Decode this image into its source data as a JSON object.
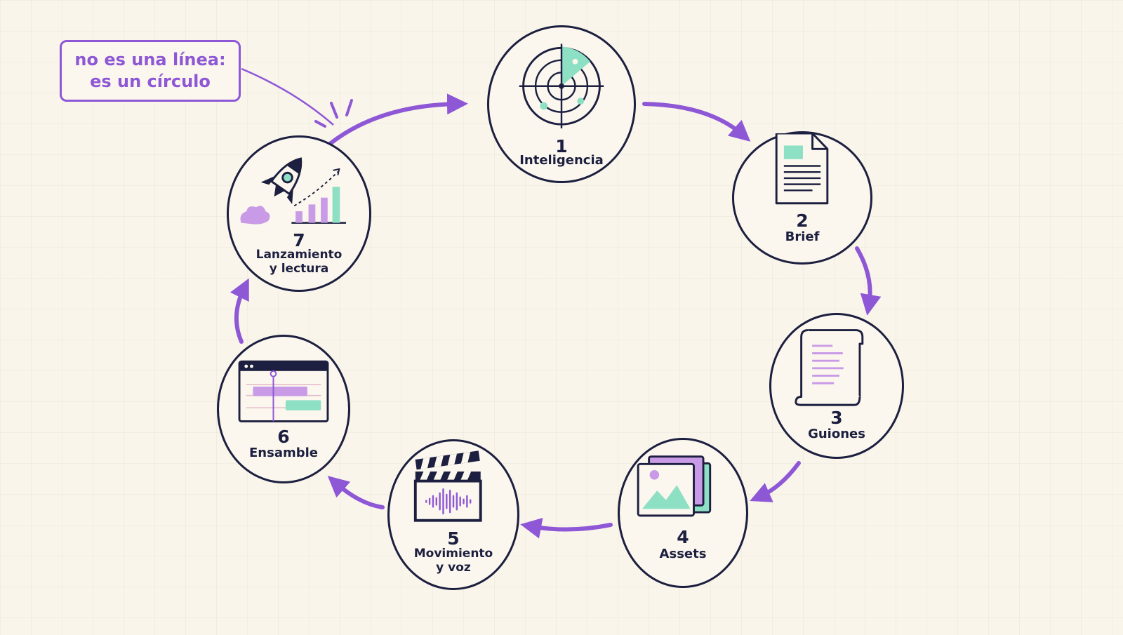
{
  "callout": {
    "line1": "no es una línea:",
    "line2": "es un círculo"
  },
  "steps": [
    {
      "number": "1",
      "label": "Inteligencia",
      "icon": "radar-icon"
    },
    {
      "number": "2",
      "label": "Brief",
      "icon": "document-icon"
    },
    {
      "number": "3",
      "label": "Guiones",
      "icon": "script-scroll-icon"
    },
    {
      "number": "4",
      "label": "Assets",
      "icon": "image-stack-icon"
    },
    {
      "number": "5",
      "label_line1": "Movimiento",
      "label_line2": "y voz",
      "icon": "clapperboard-audio-icon"
    },
    {
      "number": "6",
      "label": "Ensamble",
      "icon": "timeline-editor-icon"
    },
    {
      "number": "7",
      "label_line1": "Lanzamiento",
      "label_line2": "y lectura",
      "icon": "rocket-chart-icon"
    }
  ],
  "colors": {
    "navy": "#1c1f3f",
    "purple": "#8e57d6",
    "mint": "#8ee0c4",
    "lilac": "#c99be6",
    "background": "#f9f5eb"
  }
}
